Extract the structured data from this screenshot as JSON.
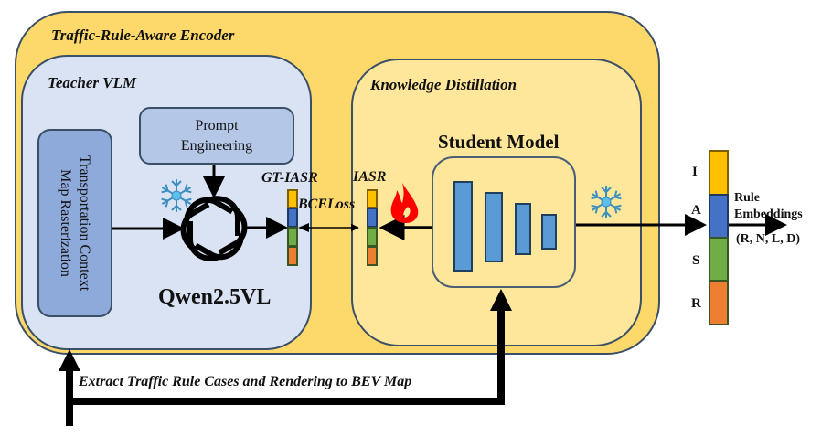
{
  "encoder": {
    "title": "Traffic-Rule-Aware Encoder"
  },
  "teacher": {
    "title": "Teacher VLM",
    "prompt_line1": "Prompt",
    "prompt_line2": "Engineering",
    "raster_line1": "Transportation Context",
    "raster_line2": "Map Rasterization",
    "model_name": "Qwen2.5VL",
    "gt_label": "GT-IASR",
    "model_icon": "openai-knot-icon",
    "frozen_icon": "snowflake-icon"
  },
  "distillation": {
    "title": "Knowledge Distillation",
    "student_title": "Student Model",
    "iasr_label": "IASR",
    "loss_label": "BCELoss",
    "trainable_icon": "fire-icon",
    "frozen_icon": "snowflake-icon"
  },
  "output": {
    "letters": [
      "I",
      "A",
      "S",
      "R"
    ],
    "embedding_line1": "Rule",
    "embedding_line2": "Embeddings",
    "shape": "(R, N, L, D)"
  },
  "bottom": {
    "caption": "Extract Traffic Rule Cases and Rendering to BEV Map"
  },
  "colors": {
    "I": "#ffc000",
    "A": "#4472c4",
    "S": "#70ad47",
    "R": "#ed7d31",
    "encoder_bg": "#fdd86b",
    "teacher_bg": "#dae3f3",
    "kd_bg": "#fee69b",
    "layer": "#5b9bd5",
    "snowflake": "#5bc0eb",
    "fire": "#ff0000"
  }
}
